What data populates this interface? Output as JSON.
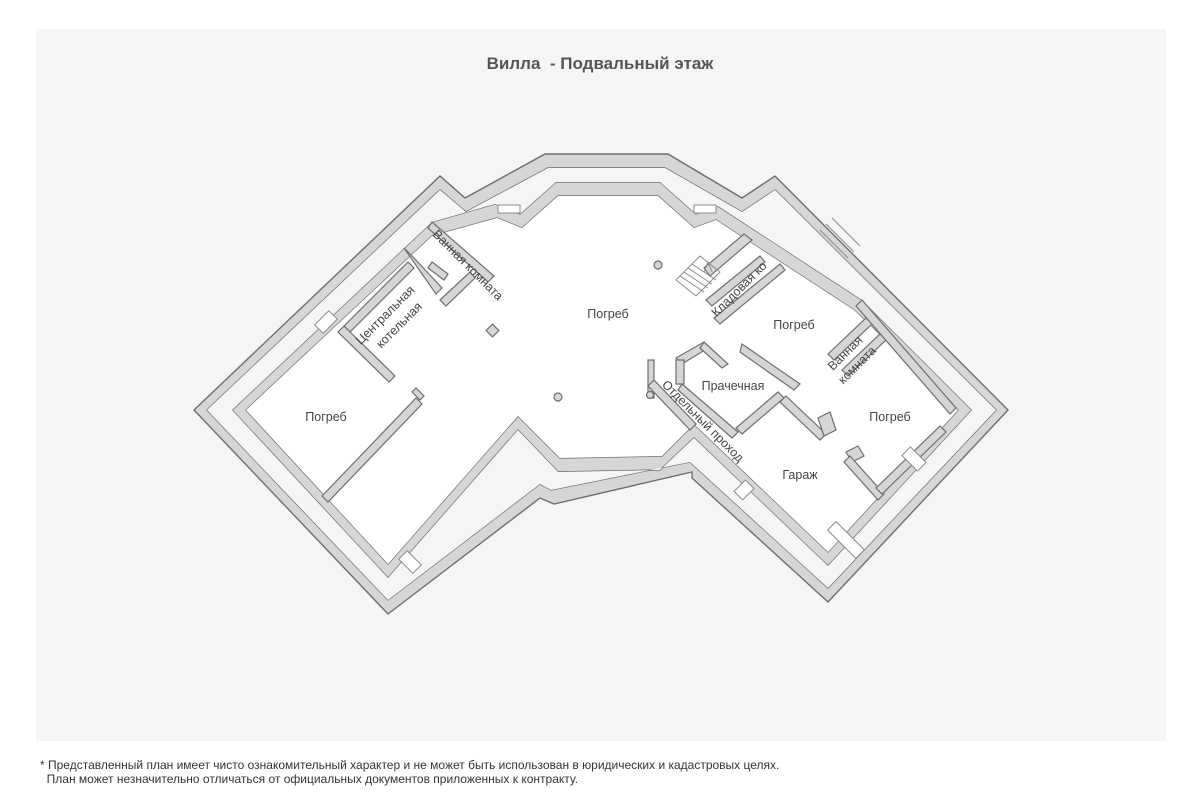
{
  "title": "Вилла  - Подвальный этаж",
  "rooms": {
    "main_cellar": "Погреб",
    "left_cellar": "Погреб",
    "right_cellar_upper": "Погреб",
    "right_cellar_lower": "Погреб",
    "bathroom_left": "Ванная комната",
    "boiler_line1": "Центральная",
    "boiler_line2": "котельная",
    "storage": "Кладовая ко",
    "laundry": "Прачечная",
    "passage": "Отдельный проход",
    "garage": "Гараж",
    "bathroom_right_line1": "Ванная",
    "bathroom_right_line2": "комната"
  },
  "footnote": {
    "line1": "* Представленный план имеет чисто ознакомительный характер и не может быть использован в юридических и кадастровых целях.",
    "line2": "  План может незначительно отличаться от официальных документов приложенных к контракту."
  },
  "colors": {
    "wall_fill": "#d4d4d4",
    "wall_stroke": "#707070",
    "floor": "#ffffff",
    "panel": "#f5f5f5"
  }
}
